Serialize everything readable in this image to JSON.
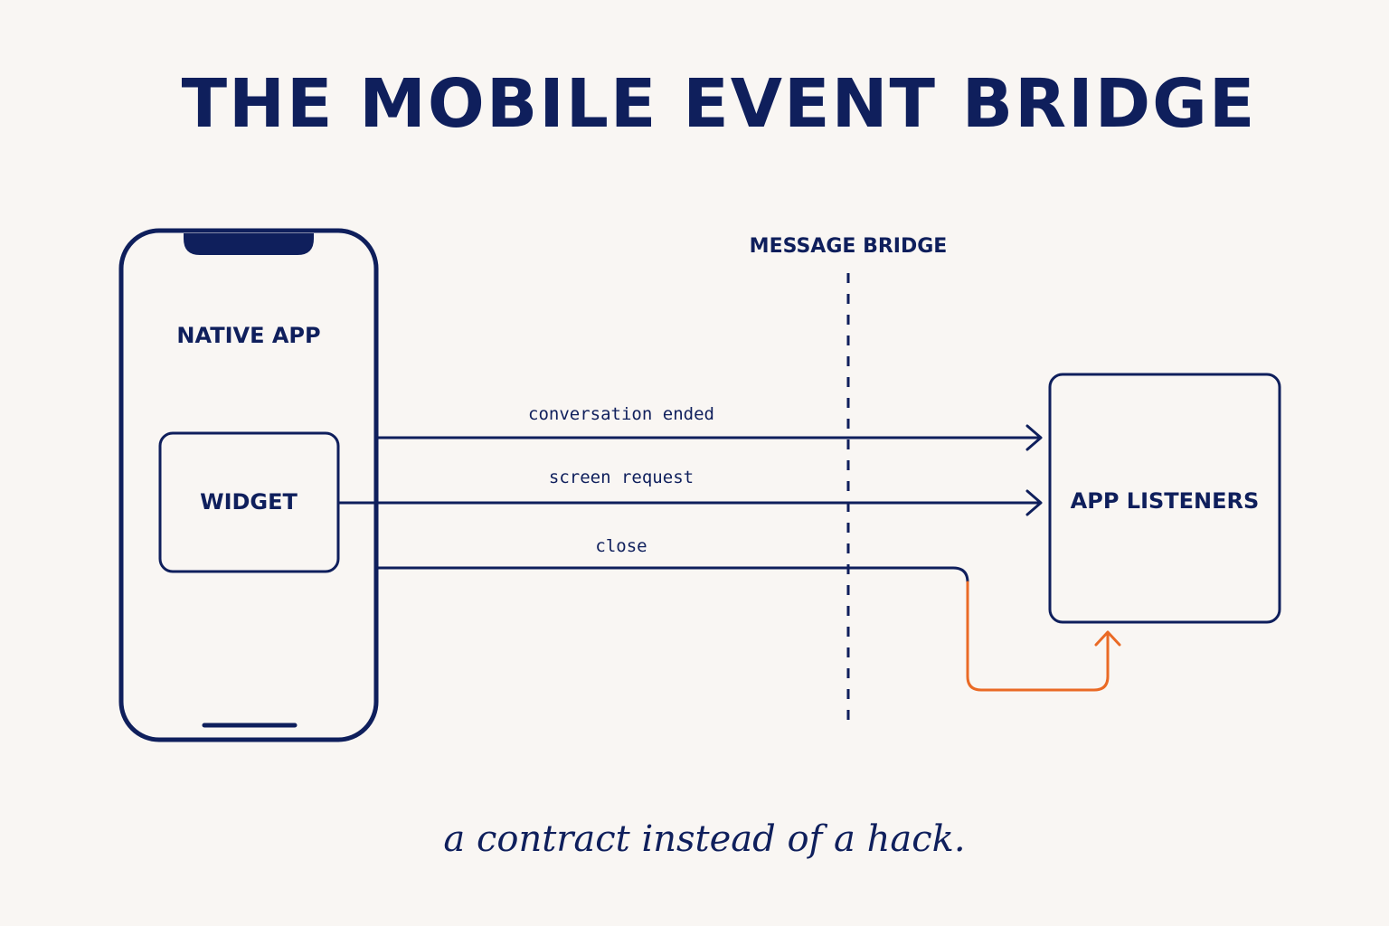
{
  "title": "THE MOBILE EVENT BRIDGE",
  "labels": {
    "native_app": "NATIVE APP",
    "widget": "WIDGET",
    "message_bridge": "MESSAGE BRIDGE",
    "app_listeners": "APP LISTENERS"
  },
  "events": [
    {
      "label": "conversation ended"
    },
    {
      "label": "screen request"
    },
    {
      "label": "close"
    }
  ],
  "caption": "a contract instead of a hack.",
  "colors": {
    "ink": "#0f1f5c",
    "accent": "#ea6a25",
    "background": "#f9f6f3"
  }
}
